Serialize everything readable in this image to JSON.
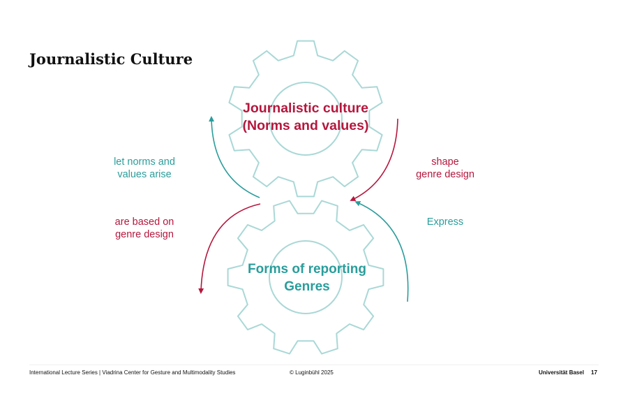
{
  "slide": {
    "title": "Journalistic Culture"
  },
  "diagram": {
    "top_gear": {
      "line1": "Journalistic culture",
      "line2": "(Norms and values)"
    },
    "bottom_gear": {
      "line1": "Forms of reporting",
      "line2": "Genres"
    },
    "labels": {
      "let_norms": {
        "line1": "let norms and",
        "line2": "values arise"
      },
      "shape": {
        "line1": "shape",
        "line2": "genre design"
      },
      "based_on": {
        "line1": "are based on",
        "line2": "genre design"
      },
      "express": {
        "line1": "Express"
      }
    },
    "colors": {
      "teal": "#2a9d9b",
      "crimson": "#b5173d",
      "gear_outline": "#a9d8d6"
    }
  },
  "footer": {
    "series": "International Lecture Series | Viadrina Center for Gesture and Multimodality Studies",
    "copyright": "© Luginbühl 2025",
    "university": "Universität Basel",
    "page": "17"
  }
}
